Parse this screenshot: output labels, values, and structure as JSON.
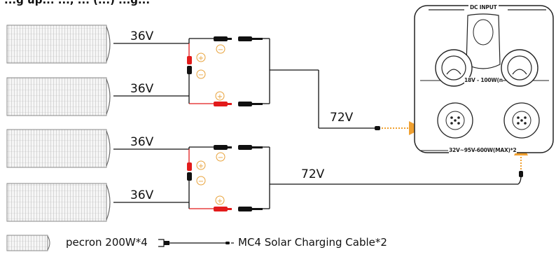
{
  "title_fragment": "...g up... ..., ... (...) ...g...",
  "panel_voltages": [
    "36V",
    "36V",
    "36V",
    "36V"
  ],
  "output_voltages": [
    "72V",
    "72V"
  ],
  "port_labels": {
    "dc_input": "DC INPUT",
    "aux_range": "18V - 100W(n",
    "main_range": "32V~95V-600W(MAX)*2"
  },
  "legend": {
    "panel_text": "pecron 200W*4",
    "cable_prefix": "MC4 Solar ",
    "cable_highlight": "Charging",
    "cable_suffix": " Cable*2"
  },
  "colors": {
    "wire": "#111111",
    "positive": "#e21b1b",
    "positive_symbol": "#e8a23a",
    "arrow": "#f0a030",
    "panel_stroke": "#8a8a8a",
    "panel_fill": "#f4f4f4"
  }
}
